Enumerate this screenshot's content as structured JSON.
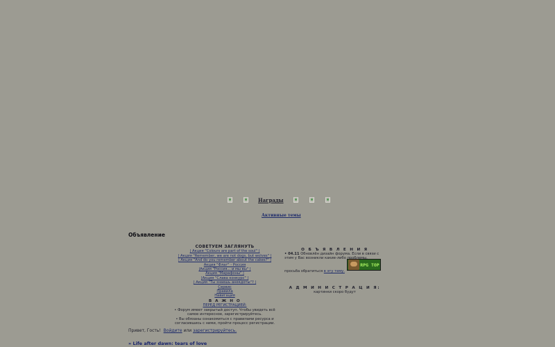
{
  "nav": {
    "awards_label": "Награды",
    "active_topics": "Активные темы"
  },
  "announcement": {
    "title": "Объявление",
    "left": {
      "heading": "СОВЕТУЕМ ЗАГЛЯНУТЬ",
      "links": [
        "| Акция \"Colours are part of the soul\" |",
        "| Акция \"Remember, we are not dogs, but wolves\" |",
        "| Акция \"And do you remember about the cakes?\" |",
        "Акция \"Флаг\" - Россия",
        "|Акция \"Россия... и мы вы\" |",
        "Акция \"Марафоны\" |",
        "|Акция \"Слава конкурс\" |",
        "| Акция \"Ты знаешь анекдоты\"? |",
        "Сервис",
        "Правила",
        "Навигация"
      ],
      "important_heading": "В А Ж Н О",
      "before_reg": "ПЕРЕД РЕГИСТРАЦИЕЙ:",
      "bullets": [
        "• Форум имеет закрытый доступ. Чтобы увидеть всё самое интересное, зарегистрируйтесь.",
        "• Вы обязаны ознакомиться с правилами ресурса и согласившись с ними, пройти процесс регистрации."
      ]
    },
    "right": {
      "heading": "О Б Ъ Я В Л Е Н И Я",
      "news_date": "• 04.11",
      "news_text": "Обновлён дизайн форума. Если в связи с этим у Вас возникли какие-либо проблемы,",
      "contact_text": "просьба обратиться",
      "contact_link": "в эту тему.",
      "badge_text": "RPG TOP",
      "admin_heading": "А Д М И Н И С Т Р А Ц И Я:",
      "admin_text": "картинки скоро будут"
    }
  },
  "greeting": {
    "prefix": "Привет, Гость!",
    "login": "Войдите",
    "or": "или",
    "register": "зарегистрируйтесь."
  },
  "forum": {
    "title": "» Life after dawn: tears of love"
  }
}
